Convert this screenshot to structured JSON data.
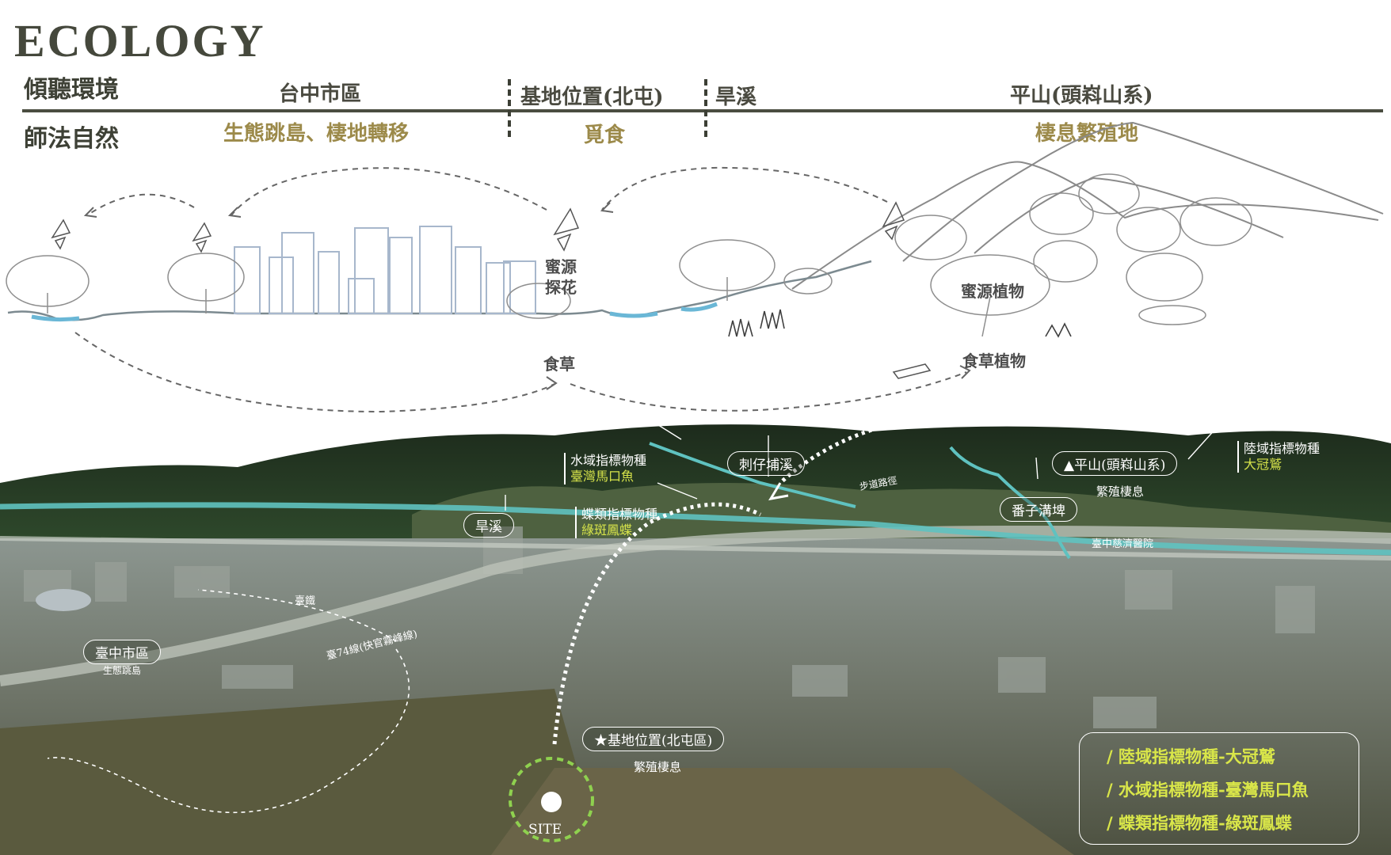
{
  "header": {
    "title": "ECOLOGY",
    "row1_label": "傾聽環境",
    "row2_label": "師法自然",
    "zones": [
      {
        "name": "台中市區",
        "role": "生態跳島、棲地轉移"
      },
      {
        "name": "基地位置(北屯)",
        "role": "覓食"
      },
      {
        "name": "旱溪",
        "role": ""
      },
      {
        "name": "平山(頭嵙山系)",
        "role": "棲息繁殖地"
      }
    ]
  },
  "sketch": {
    "nectar": "蜜源\n探花",
    "nectar_plants": "蜜源植物",
    "host": "食草",
    "host_plants": "食草植物"
  },
  "map": {
    "tags": {
      "hanxi": "旱溪",
      "ciziputing": "刺仔埔溪",
      "pingshan": "▲平山(頭嵙山系)",
      "fanzi": "番子溝埤",
      "taichung_city": "臺中市區",
      "site_position": "★基地位置(北屯區)"
    },
    "annotations": {
      "water_indicator": "水域指標物種",
      "water_species": "臺灣馬口魚",
      "butterfly_indicator": "蝶類指標物種",
      "butterfly_species": "綠斑鳳蝶",
      "land_indicator": "陸域指標物種",
      "land_species": "大冠鷲"
    },
    "small_labels": {
      "pingshan_sub": "繁殖棲息",
      "city_sub": "生態跳島",
      "site_sub": "繁殖棲息",
      "hospital": "臺中慈濟醫院",
      "rail": "臺鐵",
      "highway": "臺74線(快官霧峰線)",
      "trail": "步道路徑",
      "site": "SITE"
    },
    "legend": [
      "/ 陸域指標物種-大冠鷲",
      "/ 水域指標物種-臺灣馬口魚",
      "/ 蝶類指標物種-綠斑鳳蝶"
    ]
  },
  "colors": {
    "title": "#45483c",
    "accent_gold": "#9c8a4a",
    "river": "#5fc2c0",
    "legend_text": "#d9e649",
    "site_ring": "#8fd14f"
  }
}
